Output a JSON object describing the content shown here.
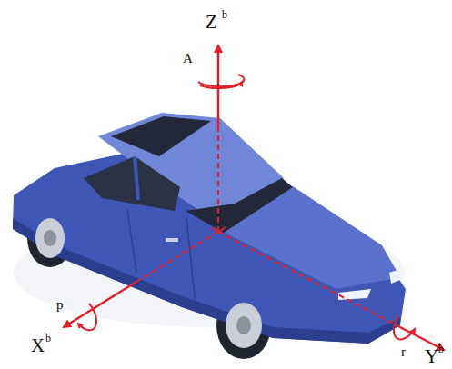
{
  "diagram": {
    "labels": [
      "Z",
      "b",
      "A",
      "X",
      "b",
      "p",
      "Y",
      "b",
      "r"
    ]
  }
}
